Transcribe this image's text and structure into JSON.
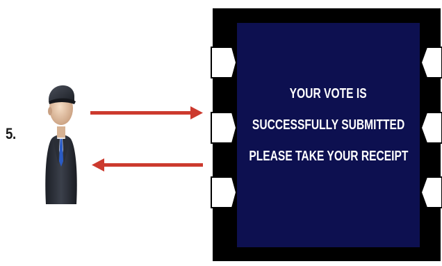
{
  "step": {
    "number": "5."
  },
  "screen": {
    "lines": [
      "YOUR VOTE IS",
      "SUCCESSFULLY SUBMITTED",
      "PLEASE TAKE YOUR RECEIPT"
    ]
  },
  "colors": {
    "arrow": "#cc3a2e",
    "machine_body": "#000000",
    "screen_background": "#0d1050",
    "screen_text": "#ffffff"
  },
  "icons": {
    "voter": "voter-icon",
    "machine_slot": "slot-icon"
  }
}
